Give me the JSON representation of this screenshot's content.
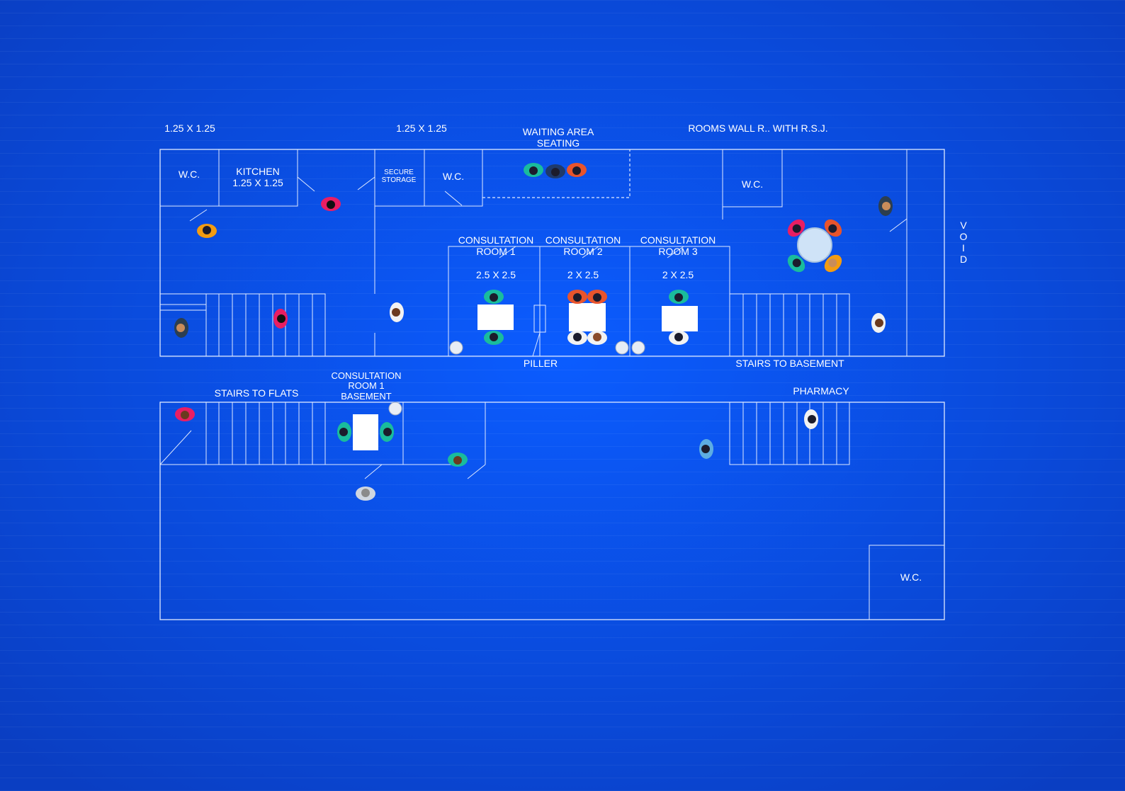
{
  "labels": {
    "wc_size": "1.25 X 1.25",
    "storage_size": "1.25 X 1.25",
    "waiting_line1": "WAITING AREA",
    "waiting_line2": "SEATING",
    "rooms_wall": "ROOMS WALL R.. WITH R.S.J.",
    "wc": "W.C.",
    "kitchen": "KITCHEN",
    "kitchen_size": "1.25 X 1.25",
    "secure_line1": "SECURE",
    "secure_line2": "STORAGE",
    "consultation": "CONSULTATION",
    "room1": "ROOM 1",
    "room2": "ROOM 2",
    "room3": "ROOM 3",
    "room1_size": "2.5 X 2.5",
    "room2_size": "2 X 2.5",
    "room3_size": "2 X 2.5",
    "void_v": "V",
    "void_o": "O",
    "void_i": "I",
    "void_d": "D",
    "piller": "PILLER",
    "stairs_basement": "STAIRS TO BASEMENT",
    "stairs_flats": "STAIRS TO FLATS",
    "basement_line1": "CONSULTATION",
    "basement_line2": "ROOM 1",
    "basement_line3": "BASEMENT",
    "pharmacy": "PHARMACY"
  },
  "colors": {
    "background_center": "#0a55f0",
    "background_edge": "#0a3fc4",
    "line": "#dfe9ff",
    "desk": "#ffffff"
  },
  "people": [
    {
      "icon": "person-walking-icon",
      "shirt": "#f39c12",
      "hair": "#1c1c2c"
    },
    {
      "icon": "person-walking-icon",
      "shirt": "#e91e63",
      "hair": "#111111"
    },
    {
      "icon": "person-seated-icon",
      "shirt": "#2c3e50",
      "hair": "#c98c5a"
    },
    {
      "icon": "person-walking-icon",
      "shirt": "#e91e63",
      "hair": "#111111"
    },
    {
      "icon": "person-walking-icon",
      "shirt": "#f2f2f2",
      "hair": "#6b3a1f"
    },
    {
      "icon": "person-seated-icon",
      "shirt": "#1abc9c",
      "hair": "#1c1c2c"
    },
    {
      "icon": "person-seated-icon",
      "shirt": "#1f3a6b",
      "hair": "#1c1c2c"
    },
    {
      "icon": "person-seated-icon",
      "shirt": "#e8542c",
      "hair": "#1c1c2c"
    },
    {
      "icon": "person-seated-icon",
      "shirt": "#1abc9c",
      "hair": "#1c1c2c"
    },
    {
      "icon": "person-seated-icon",
      "shirt": "#1abc9c",
      "hair": "#1c1c2c"
    },
    {
      "icon": "person-seated-icon",
      "shirt": "#e8542c",
      "hair": "#1c1c2c"
    },
    {
      "icon": "person-seated-icon",
      "shirt": "#e8542c",
      "hair": "#1c1c2c"
    },
    {
      "icon": "person-seated-icon",
      "shirt": "#f2f2f2",
      "hair": "#1c1c2c"
    },
    {
      "icon": "person-seated-icon",
      "shirt": "#f2f2f2",
      "hair": "#8a4b2a"
    },
    {
      "icon": "person-seated-icon",
      "shirt": "#1abc9c",
      "hair": "#1c1c2c"
    },
    {
      "icon": "person-seated-icon",
      "shirt": "#f2f2f2",
      "hair": "#1c1c2c"
    },
    {
      "icon": "person-walking-icon",
      "shirt": "#2c3e50",
      "hair": "#c98c5a"
    },
    {
      "icon": "person-seated-icon",
      "shirt": "#e91e63",
      "hair": "#1c1c2c"
    },
    {
      "icon": "person-seated-icon",
      "shirt": "#e8542c",
      "hair": "#1c1c2c"
    },
    {
      "icon": "person-seated-icon",
      "shirt": "#1abc9c",
      "hair": "#1c1c2c"
    },
    {
      "icon": "person-seated-icon",
      "shirt": "#f39c12",
      "hair": "#c98c5a"
    },
    {
      "icon": "person-walking-icon",
      "shirt": "#f2f2f2",
      "hair": "#6b3a1f"
    },
    {
      "icon": "person-walking-icon",
      "shirt": "#e91e63",
      "hair": "#6b3a1f"
    },
    {
      "icon": "person-seated-icon",
      "shirt": "#1abc9c",
      "hair": "#1c1c2c"
    },
    {
      "icon": "person-seated-icon",
      "shirt": "#1abc9c",
      "hair": "#1c1c2c"
    },
    {
      "icon": "person-walking-icon",
      "shirt": "#1abc9c",
      "hair": "#6b3a1f"
    },
    {
      "icon": "person-walking-icon",
      "shirt": "#cfd6e0",
      "hair": "#8a8a8a"
    },
    {
      "icon": "person-walking-icon",
      "shirt": "#5dade2",
      "hair": "#1c1c2c"
    },
    {
      "icon": "person-walking-icon",
      "shirt": "#f2f2f2",
      "hair": "#1c1c2c"
    }
  ]
}
